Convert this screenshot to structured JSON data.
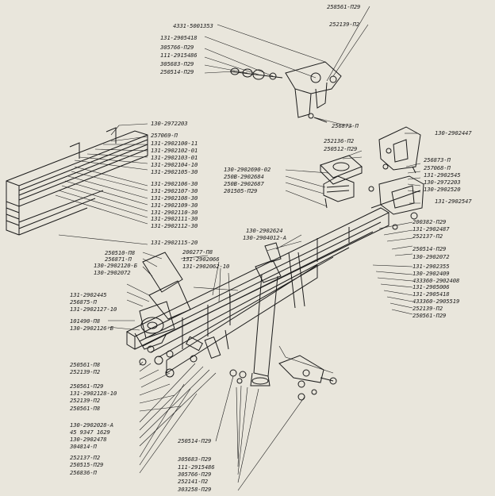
{
  "labels": {
    "l01": "258561-П29",
    "l02": "252139-П2",
    "l03": "4331-5001353",
    "l04": "131-2905418",
    "l05": "305766-П29",
    "l06": "111-2915486",
    "l07": "305683-П29",
    "l08": "250514-П29",
    "l09": "256873-П",
    "l10": "130-2902447",
    "l11": "130-2972203",
    "l12": "257069-П",
    "l13": "131-2902100-11",
    "l14": "131-2902102-01",
    "l15": "131-2902103-01",
    "l16": "131-2902104-10",
    "l17": "131-2902105-30",
    "l18": "252136-П2",
    "l19": "250512-П29",
    "l20": "256873-П",
    "l21": "257068-П",
    "l22": "131-2902545",
    "l23": "130-2972203",
    "l24": "130-2902520",
    "l25": "130-2902690-02",
    "l26": "250В-2902684",
    "l27": "250В-2902687",
    "l28": "201505-П29",
    "l29": "131-2902547",
    "l30": "131-2902106-30",
    "l31": "131-2902107-30",
    "l32": "131-2902108-30",
    "l33": "131-2902109-30",
    "l34": "131-2902110-30",
    "l35": "131-2902111-30",
    "l36": "131-2902112-30",
    "l37": "200382-П29",
    "l38": "131-2902487",
    "l39": "252137-П2",
    "l40": "130-2902624",
    "l41": "130-2904012-А",
    "l42": "131-2902115-20",
    "l43": "250510-П8",
    "l44": "256871-П",
    "l45": "130-2902120-Б",
    "l46": "130-2902072",
    "l47": "200277-П8",
    "l48": "131-2902066",
    "l49": "131-2902062-10",
    "l50": "250514-П29",
    "l51": "130-2902072",
    "l52": "131-2902355",
    "l53": "130-2902409",
    "l54": "433360-2902408",
    "l55": "131-2905006",
    "l56": "131-2905418",
    "l57": "433360-2905519",
    "l58": "252139-П2",
    "l59": "250561-П29",
    "l60": "131-2902445",
    "l61": "256875-П",
    "l62": "131-2902127-10",
    "l63": "101490-П8",
    "l64": "130-2902126-Б",
    "l65": "250561-П8",
    "l66": "252139-П2",
    "l67": "250561-П29",
    "l68": "131-2902128-10",
    "l69": "252139-П2",
    "l70": "250561-П8",
    "l71": "130-2902028-А",
    "l72": "45 9347 1629",
    "l73": "130-2902478",
    "l74": "304814-П",
    "l75": "250514-П29",
    "l76": "252137-П2",
    "l77": "250515-П29",
    "l78": "256836-П",
    "l79": "305683-П29",
    "l80": "111-2915486",
    "l81": "305766-П29",
    "l82": "252141-П2",
    "l83": "303258-П29"
  }
}
